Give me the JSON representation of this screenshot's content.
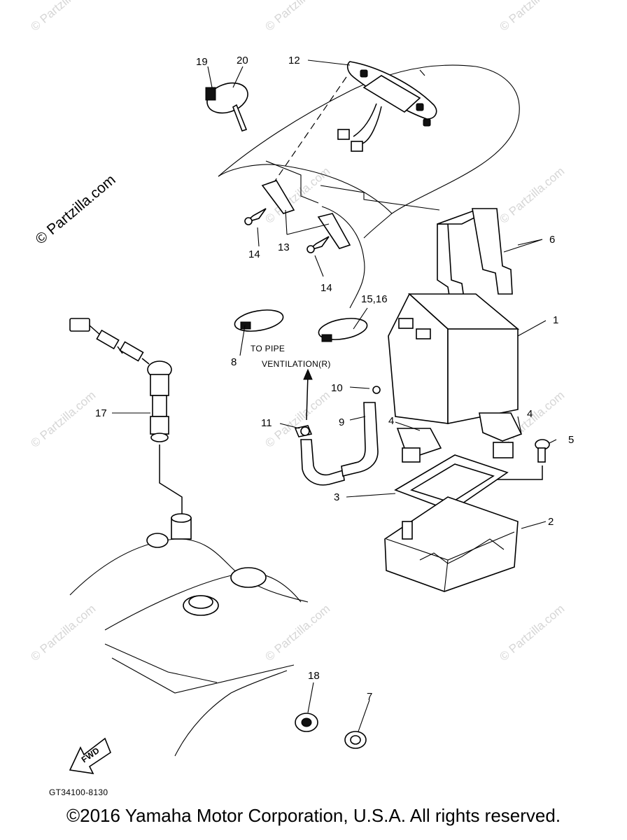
{
  "watermarks": {
    "text": "© Partzilla.com",
    "large_text": "© Partzilla.com"
  },
  "callouts": {
    "c1": "1",
    "c2": "2",
    "c3": "3",
    "c4a": "4",
    "c4b": "4",
    "c5": "5",
    "c6": "6",
    "c7": "7",
    "c8": "8",
    "c9": "9",
    "c10": "10",
    "c11": "11",
    "c12": "12",
    "c13": "13",
    "c14a": "14",
    "c14b": "14",
    "c15_16": "15,16",
    "c17": "17",
    "c18": "18",
    "c19": "19",
    "c20": "20"
  },
  "notes": {
    "to_pipe": "TO PIPE",
    "ventilation": "VENTILATION(R)",
    "fwd": "FWD",
    "diagram_code": "GT34100-8130"
  },
  "footer": {
    "copyright": "©2016 Yamaha Motor Corporation, U.S.A. All rights reserved."
  }
}
